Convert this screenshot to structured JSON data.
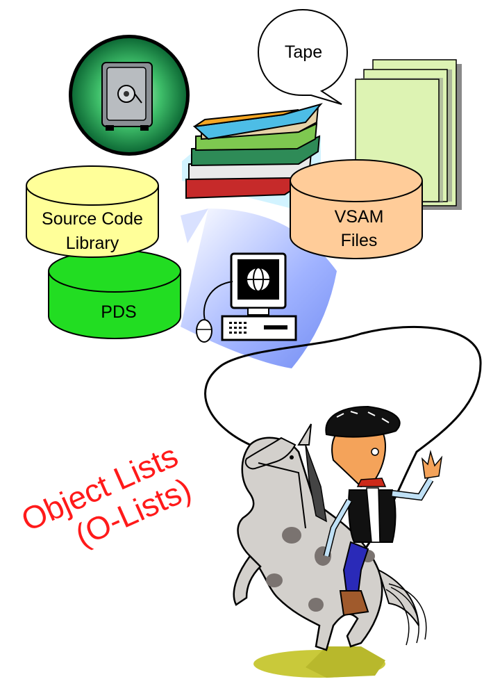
{
  "labels": {
    "tape": "Tape",
    "source_code_line1": "Source Code",
    "source_code_line2": "Library",
    "pds": "PDS",
    "vsam_line1": "VSAM",
    "vsam_line2": "Files",
    "title_line1": "Object Lists",
    "title_line2": "(O-Lists)"
  },
  "colors": {
    "source_library": "#ffff99",
    "pds": "#22dd22",
    "vsam": "#ffcc99",
    "files_stack": "#ddf3b3",
    "safe_badge": "#1a8a4a",
    "beam": "#6b86f0",
    "title": "#ff1a1a"
  },
  "icons": [
    "safe-icon",
    "books-icon",
    "computer-icon",
    "file-stack-icon",
    "cowboy-horse-icon",
    "lasso-icon",
    "speech-bubble-icon"
  ]
}
